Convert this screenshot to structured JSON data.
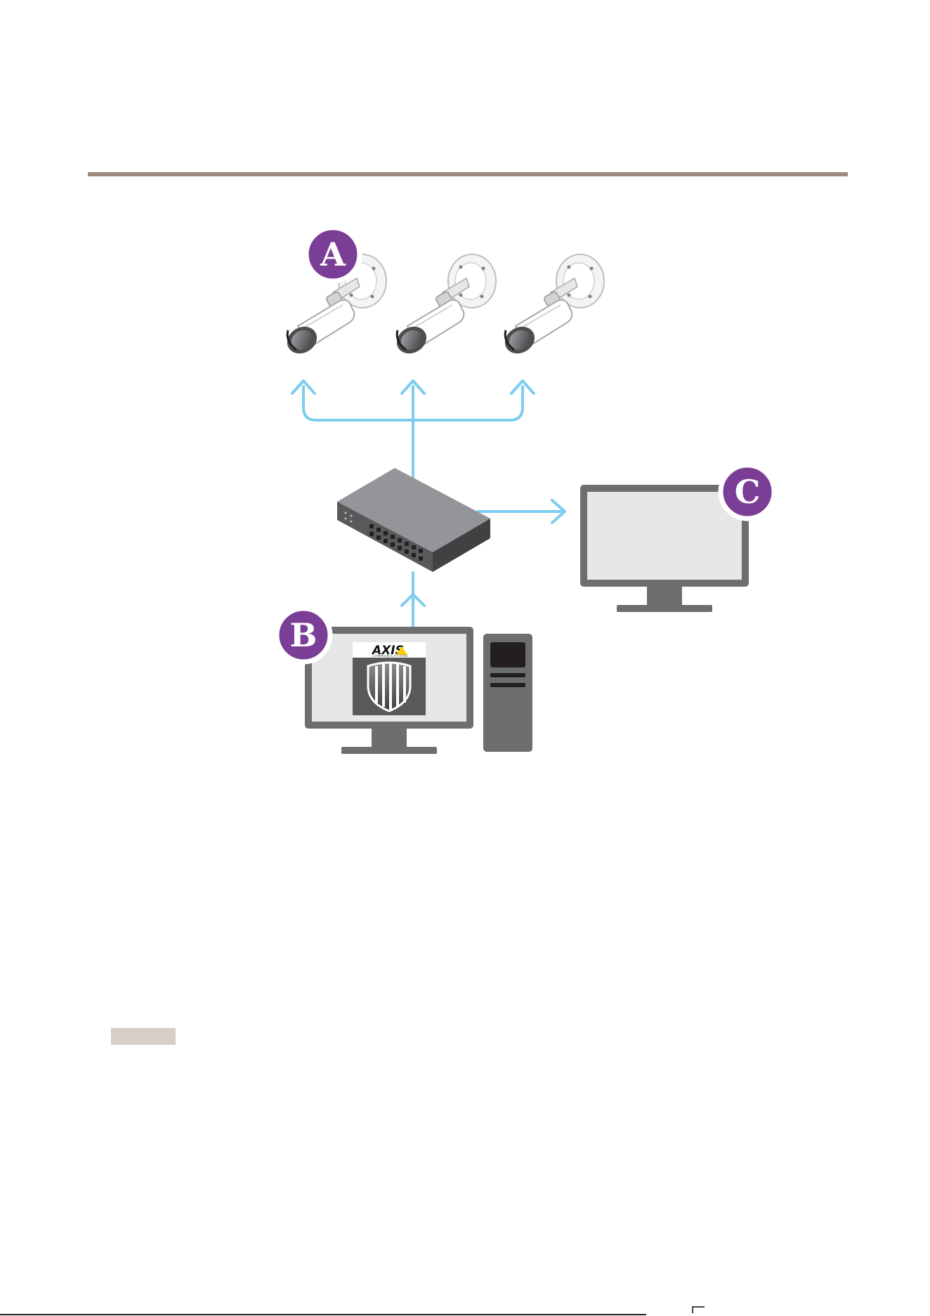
{
  "badges": {
    "a": "A",
    "b": "B",
    "c": "C"
  },
  "logo": {
    "brand": "AXIS",
    "sub": "COMMUNICATIONS"
  },
  "colors": {
    "badge": "#7b3e96",
    "link": "#7dcdf0",
    "device_gray": "#6d6e70",
    "screen": "#e6e7e8",
    "rule": "#9c8b80",
    "note_tag": "#d7cfc6"
  },
  "icons": [
    "camera-icon",
    "network-switch-icon",
    "monitor-icon",
    "computer-tower-icon",
    "shield-icon"
  ]
}
